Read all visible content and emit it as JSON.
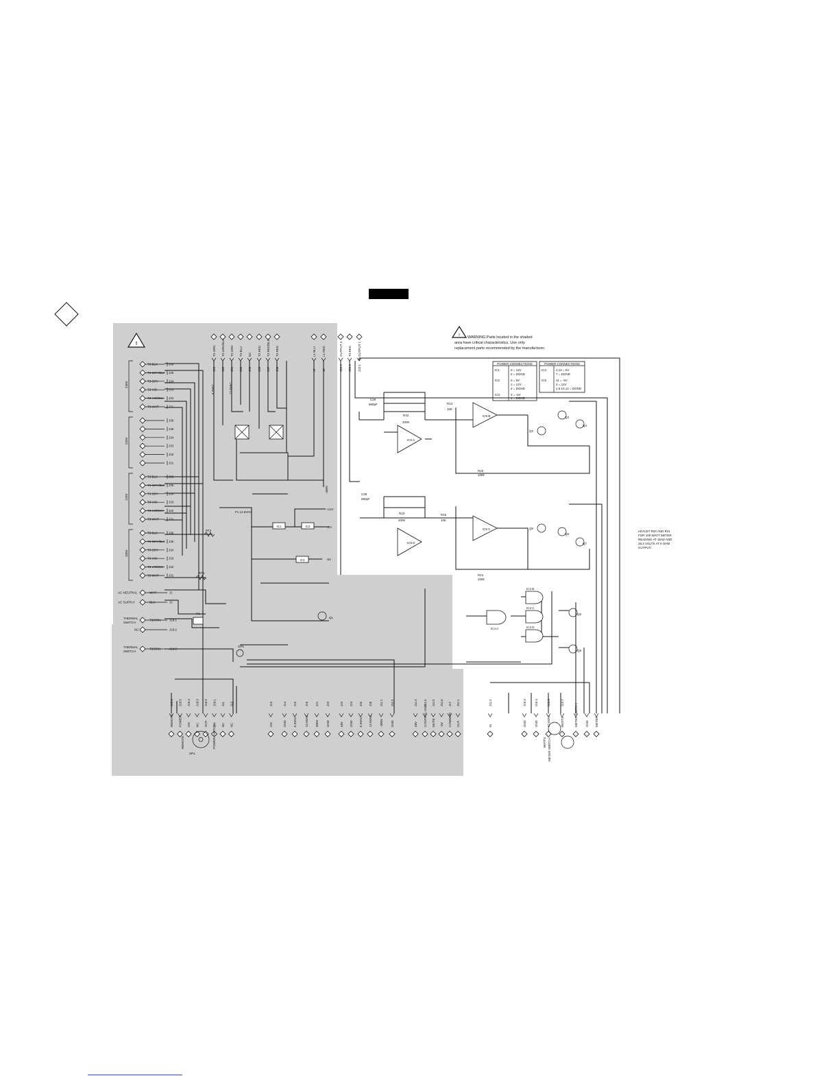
{
  "page_tab": "",
  "warning_note": {
    "line1": "WARNING Parts located in the shaded",
    "line2": "area have critical characteristics. Use only",
    "line3": "replacement parts recommended by the manufacturer."
  },
  "power_left": {
    "title": "POWER CONNECTIONS",
    "rows": [
      {
        "ic": "IC1",
        "pins": [
          "3 = 12V",
          "2 = DGND"
        ]
      },
      {
        "ic": "IC2",
        "pins": [
          "3 = 5V",
          "1 = 12V",
          "2 = DGND"
        ]
      },
      {
        "ic": "IC3",
        "pins": [
          "3 = -5V",
          "1 = DGND"
        ]
      }
    ]
  },
  "power_right": {
    "title": "POWER CONNECTIONS",
    "rows": [
      {
        "ic": "IC4",
        "pins": [
          "2,14 = 5V",
          "7 = DGND"
        ]
      },
      {
        "ic": "IC5",
        "pins": [
          "11 = -5V",
          "4 = 12V",
          "1,5,10,12 = DGND"
        ]
      }
    ]
  },
  "adjust_note": [
    "ADJUST R20 AND R21",
    "FOR 100 WATT METER",
    "READING AT 1kHZ AND",
    "28.3 VOLTS AT 8 OHM",
    "OUTPUT."
  ],
  "voltage_groups": [
    "240V",
    "220V",
    "120V",
    "100V"
  ],
  "group_wires": [
    [
      "T3 BLK",
      "T3 GRY/BLK",
      "T3 GRY",
      "T3 VIO",
      "T3 VIO/WH",
      "T3 WHT"
    ],
    [
      "",
      "",
      "",
      "",
      "",
      ""
    ],
    [
      "T3 BLK",
      "T3 GRY/BLK",
      "T3 GRY",
      "T3 VIO",
      "T3 VIO/WH",
      "T3 WHT"
    ],
    [
      "T3 BLK",
      "T3 GRY/BLK",
      "T3 GRY",
      "T3 VIO",
      "T3 VIO/WH",
      "T3 WHT"
    ]
  ],
  "group_pins": [
    [
      "J36",
      "J35",
      "J34",
      "J33",
      "J32",
      "J31"
    ],
    [
      "J36",
      "J35",
      "J34",
      "J33",
      "J32",
      "J31"
    ],
    [
      "J36",
      "J35",
      "J34",
      "J33",
      "J32",
      "J31"
    ],
    [
      "J36",
      "J35",
      "J34",
      "J33",
      "J32",
      "J31"
    ]
  ],
  "ac_inputs": [
    {
      "label": "AC NEUTRAL",
      "wire": "WHT",
      "pin": "J1"
    },
    {
      "label": "AC SUPPLY",
      "wire": "BLK",
      "pin": "J2"
    },
    {
      "label": "THERMAL SWITCH",
      "wire": "T3/ORN",
      "pin": "J18:1"
    },
    {
      "label": "NC",
      "wire": "",
      "pin": "J18:2"
    },
    {
      "label": "THERMAL SWITCH",
      "wire": "T3/ORN",
      "pin": "J18:3"
    }
  ],
  "top_connectors": [
    "T3 GRN",
    "T3 GRN/BLK",
    "T3 GRN",
    "T3 BLU",
    "NC",
    "T3 RED",
    "T3 RED/BLK",
    "T3 RED",
    "L1 BLU",
    "L1 RED",
    "OUTPUT 4",
    "T3 RED",
    "OUTPUT 1"
  ],
  "top_pins": [
    "J63",
    "J62",
    "J61",
    "J60",
    "J59",
    "J58",
    "J57",
    "J56",
    "J7",
    "J8",
    "J22:3",
    "J22:2",
    "J22:1"
  ],
  "ac_labels": [
    "6.3VAC",
    "12.6VAC",
    "12.6VAC"
  ],
  "supply_labels": {
    "f1": "F1 12.6VAC",
    "plus12": "+12V",
    "plus5": "+5V",
    "minus5": "-5V",
    "minus400": "-400V",
    "plus400": "+400V"
  },
  "ic_labels": [
    "IC1",
    "IC2",
    "IC3",
    "IC5 A",
    "IC5 B",
    "IC5 C",
    "IC5 D",
    "IC4 A",
    "IC4 B",
    "IC4 C",
    "IC4 D"
  ],
  "part_labels": {
    "c29": "C29",
    "c29v": "680pF",
    "c28": "C28",
    "c28v": "680pF",
    "r12": "R12",
    "r12v": "200K",
    "r13": "R13",
    "r13v": "200K",
    "r14": "R14",
    "r14v": "10K",
    "r15": "R15",
    "r15v": "10K",
    "r20": "R20",
    "r20v": "100k",
    "r21": "R21",
    "r21v": "100k",
    "q1": "Q1",
    "q2": "Q2",
    "q3": "Q3",
    "q4": "Q4",
    "q5": "Q5",
    "q6": "Q6",
    "q7": "Q7",
    "q8": "Q8",
    "q9": "Q9",
    "k1": "K1",
    "rt1": "RT1",
    "rt2": "RT2",
    "gp1": "GP1"
  },
  "bottom_labels": [
    "REMOTE",
    "POWER",
    "ON",
    "NC",
    "HOT",
    "ON",
    "NC",
    "NC",
    "ON",
    "GND",
    "6.3VAC",
    "12.6VAC",
    "300V",
    "GND",
    "48V",
    "GND",
    "6.3VAC",
    "12.6VAC",
    "-300V",
    "GND",
    "48V",
    "CONTROL GND",
    "MUTE",
    "-5V",
    "COMMON",
    "OUT",
    "IN",
    "GND",
    "GND",
    "12.6VAC",
    "WATTS",
    "METER SWITCH",
    "GND",
    "METER",
    "METER"
  ],
  "bottom_pins": [
    "J10:6",
    "J10:5",
    "J10:4",
    "J10:3",
    "J10:2",
    "J10:1",
    "J11",
    "J12",
    "J13",
    "J14",
    "J15",
    "J16",
    "J21",
    "J22",
    "J23",
    "J24",
    "J25",
    "J26",
    "J11:1",
    "J11:2",
    "J11:3",
    "J11:4",
    "J11:5",
    "J11:6",
    "J17",
    "J11:1",
    "J11:2",
    "J15:3",
    "J15:4",
    "J15:6",
    "J15:7"
  ],
  "switch_labels": {
    "sp1": "SP1",
    "remote": "REMOTE",
    "power": "POWER SWITCH",
    "watts": "WATTS",
    "meter_switch": "METER SWITCH"
  }
}
